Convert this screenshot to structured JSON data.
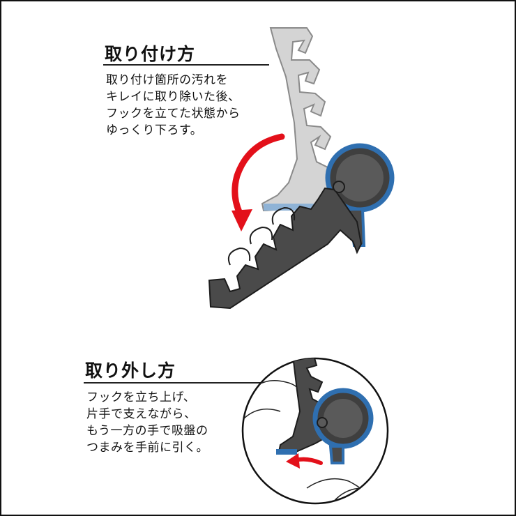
{
  "install": {
    "title": "取り付け方",
    "lines": [
      "取り付け箇所の汚れを",
      "キレイに取り除いた後、",
      "フックを立てた状態から",
      "ゆっくり下ろす。"
    ]
  },
  "remove": {
    "title": "取り外し方",
    "lines": [
      "フックを立ち上げ、",
      "片手で支えながら、",
      "もう一方の手で吸盤の",
      "つまみを手前に引く。"
    ]
  },
  "colors": {
    "hook_dark": "#4a4a4a",
    "hook_ghost": "#d4d4d4",
    "suction_blue": "#2f6fb0",
    "arrow_red": "#e3101a"
  }
}
